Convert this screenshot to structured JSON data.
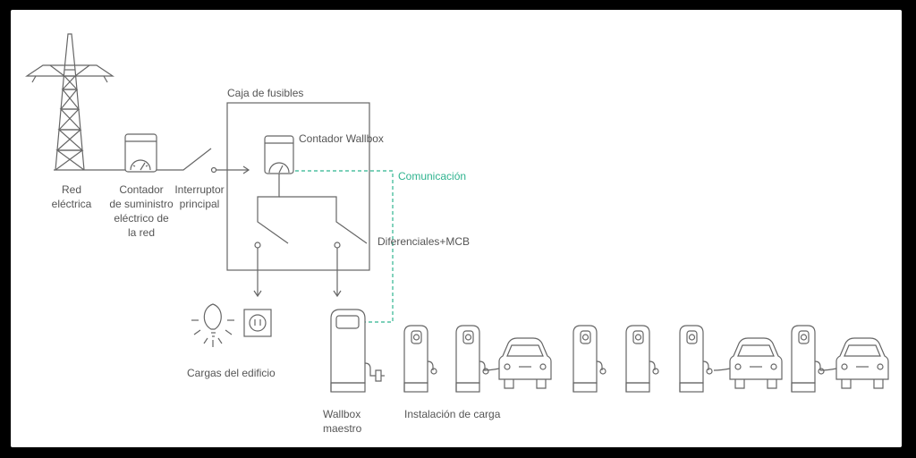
{
  "labels": {
    "grid": "Red\neléctrica",
    "utility_meter": "Contador\nde suministro\neléctrico de\nla red",
    "main_switch": "Interruptor\nprincipal",
    "fuse_box": "Caja de fusibles",
    "wallbox_meter": "Contador Wallbox",
    "communication": "Comunicación",
    "breakers": "Diferenciales+MCB",
    "building_loads": "Cargas del edificio",
    "master_wallbox": "Wallbox\nmaestro",
    "charging_install": "Instalación de carga"
  },
  "colors": {
    "line": "#666666",
    "communication": "#2fb38f",
    "background": "#ffffff",
    "frame": "#000000"
  },
  "icons": [
    "power-tower-icon",
    "meter-icon",
    "switch-icon",
    "light-bulb-icon",
    "socket-icon",
    "wallbox-icon",
    "car-icon"
  ]
}
